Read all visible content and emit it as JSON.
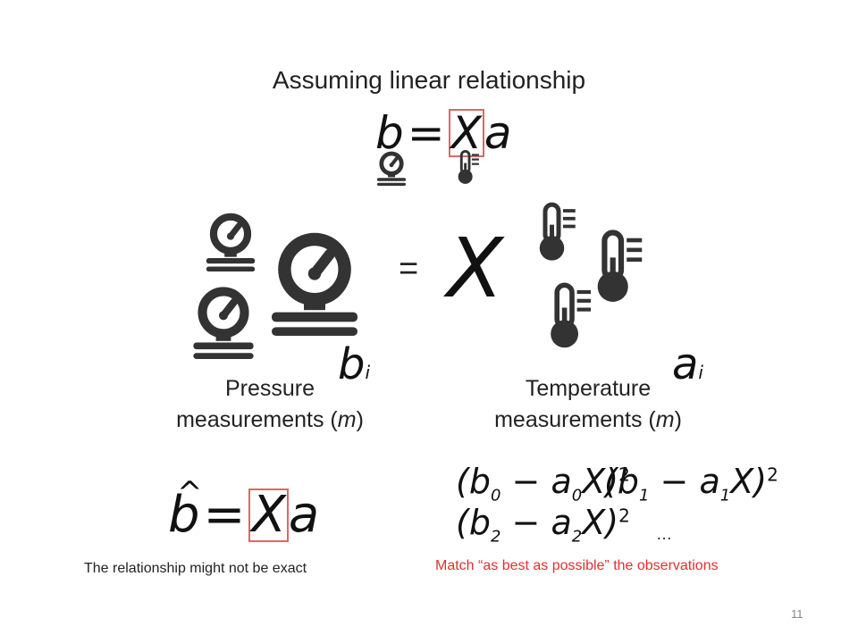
{
  "slide": {
    "title": "Assuming linear relationship",
    "equals_sign": "=",
    "page_number": "11"
  },
  "equation_top": {
    "lhs": "b",
    "op": "=",
    "unknown": "X",
    "rhs": "a"
  },
  "symbols": {
    "X": "X",
    "b": "b",
    "b_sub": "i",
    "a": "a",
    "a_sub": "i"
  },
  "labels": {
    "pressure_line1": "Pressure",
    "pressure_line2_text": "measurements (",
    "pressure_line2_var": "m",
    "pressure_line2_close": ")",
    "temperature_line1": "Temperature",
    "temperature_line2_text": "measurements (",
    "temperature_line2_var": "m",
    "temperature_line2_close": ")"
  },
  "equation_hat": {
    "lhs": "b",
    "hat": "^",
    "op": "=",
    "unknown": "X",
    "rhs": "a"
  },
  "residuals": [
    {
      "b": "b",
      "bsub": "0",
      "minus": "−",
      "a": "a",
      "asub": "0",
      "x": "X",
      "power": "2"
    },
    {
      "b": "b",
      "bsub": "1",
      "minus": "−",
      "a": "a",
      "asub": "1",
      "x": "X",
      "power": "2"
    },
    {
      "b": "b",
      "bsub": "2",
      "minus": "−",
      "a": "a",
      "asub": "2",
      "x": "X",
      "power": "2"
    }
  ],
  "ellipsis": "…",
  "captions": {
    "left": "The relationship might not be exact",
    "right": "Match “as best as possible” the observations"
  },
  "colors": {
    "highlight": "#e06666",
    "caption_red": "#e03030",
    "icon": "#333333"
  },
  "icons": {
    "pressure": "pressure-gauge-icon",
    "temperature": "thermometer-icon"
  }
}
